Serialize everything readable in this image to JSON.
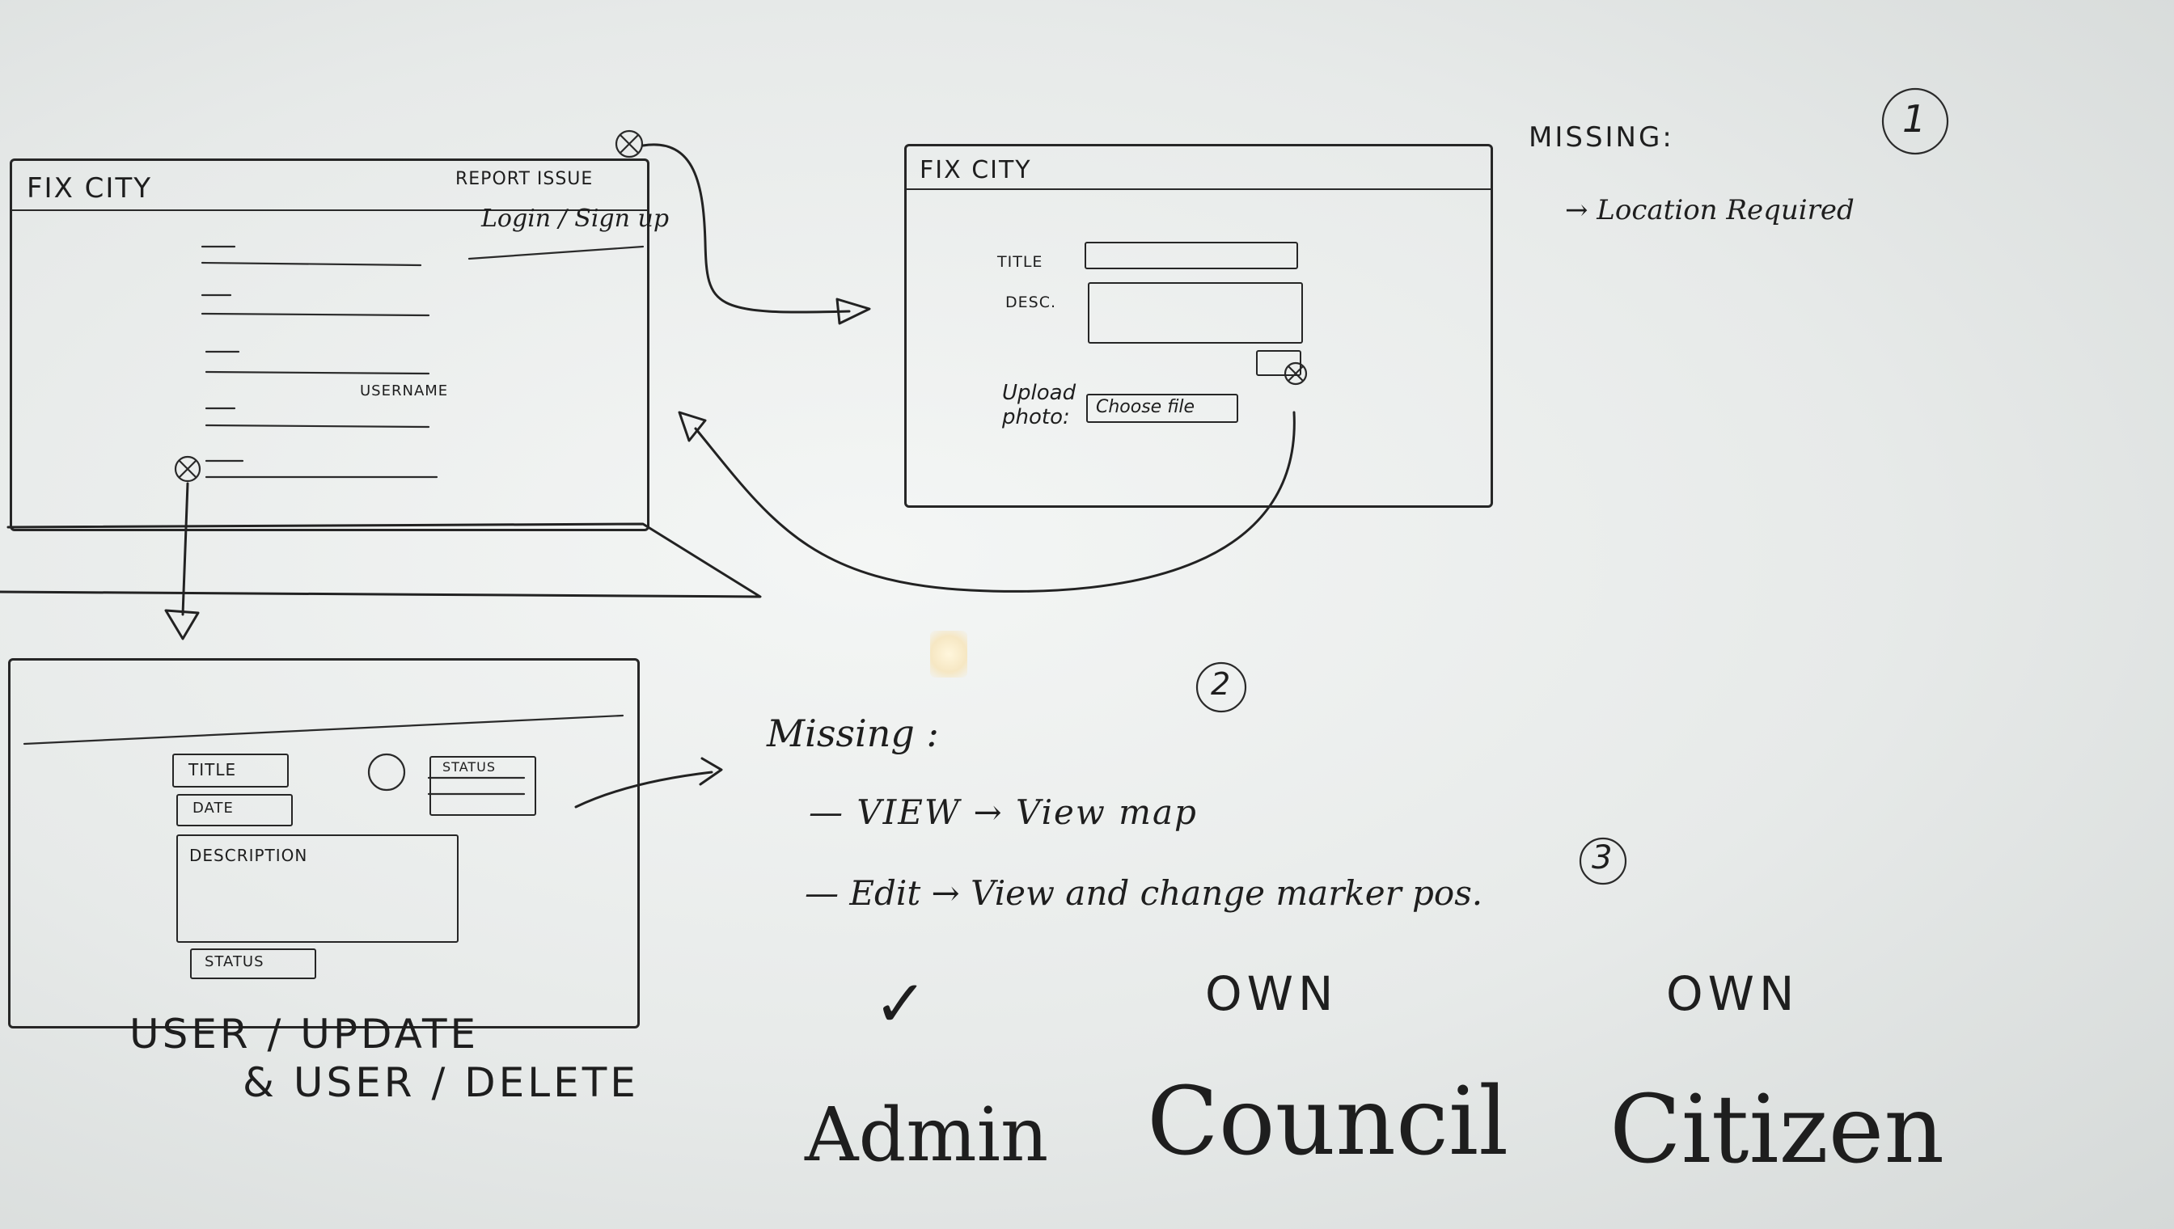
{
  "home_sketch": {
    "title": "FIX CITY",
    "report_issue": "REPORT ISSUE",
    "login_signup": "Login / Sign up",
    "username": "USERNAME"
  },
  "report_sketch": {
    "title": "FIX CITY",
    "title_label": "TITLE",
    "desc_label": "DESC.",
    "upload_label_1": "Upload",
    "upload_label_2": "photo:",
    "choose_file": "Choose file"
  },
  "detail_sketch": {
    "title_field": "TITLE",
    "date_field": "DATE",
    "description_field": "DESCRIPTION",
    "status_field": "STATUS",
    "status_dropdown": "STATUS"
  },
  "notes": {
    "number_1": "1",
    "missing_1": "MISSING:",
    "location_required": "→ Location Required",
    "number_2": "2",
    "missing_2": "Missing :",
    "view_note": "— VIEW → View map",
    "edit_note": "— Edit → View and change marker pos.",
    "number_3": "3",
    "endpoint_1": "USER / UPDATE",
    "endpoint_2": "& USER / DELETE"
  },
  "roles": {
    "admin_check": "✓",
    "council_scope": "OWN",
    "citizen_scope": "OWN",
    "admin": "Admin",
    "council": "Council",
    "citizen": "Citizen"
  }
}
